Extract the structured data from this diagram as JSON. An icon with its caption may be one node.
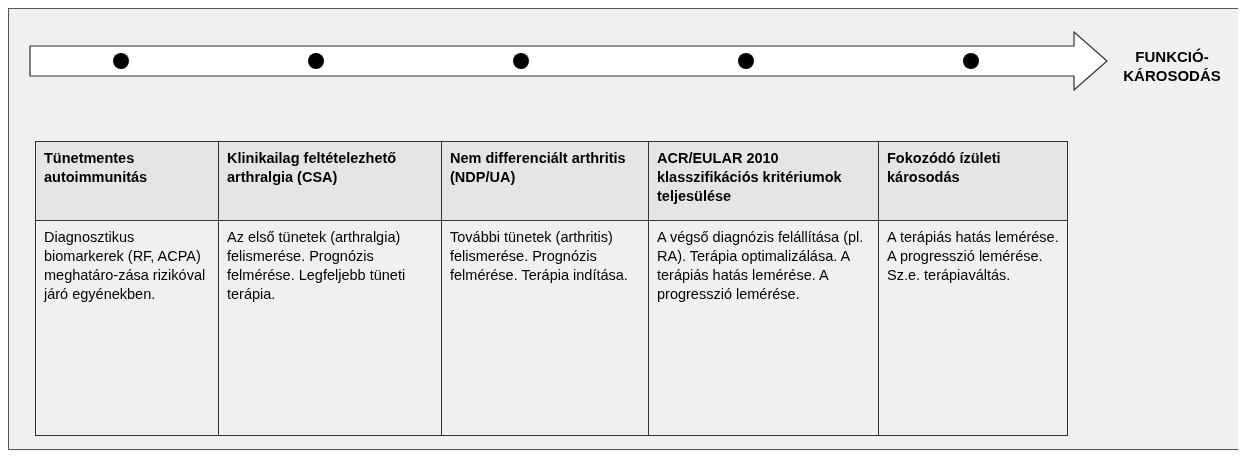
{
  "diagram": {
    "labels": [
      "FUNKCIÓ-KÁROSODÁS",
      "Tünetmentes autoimmunitás",
      "Klinikailag feltételezhető arthralgia (CSA)",
      "Nem differenciált arthritis (NDP/UA)",
      "ACR/EULAR 2010 klasszifikációs kritériumok teljesülése",
      "Fokozódó ízületi károsodás",
      "Diagnosztikus biomarkerek (RF, ACPA) meghatáro-zása rizikóval járó egyénekben.",
      "Az első tünetek (arthralgia) felismerése. Prognózis felmérése. Legfeljebb tüneti terápia.",
      "További tünetek (arthritis) felismerése. Prognózis felmérése. Terápia indítása.",
      "A végső diagnózis felállítása (pl. RA). Terápia optimalizálása. A terápiás hatás lemérése. A progresszió lemérése.",
      "A terápiás hatás lemérése. A progresszió lemérése. Sz.e. terápiaváltás."
    ]
  }
}
